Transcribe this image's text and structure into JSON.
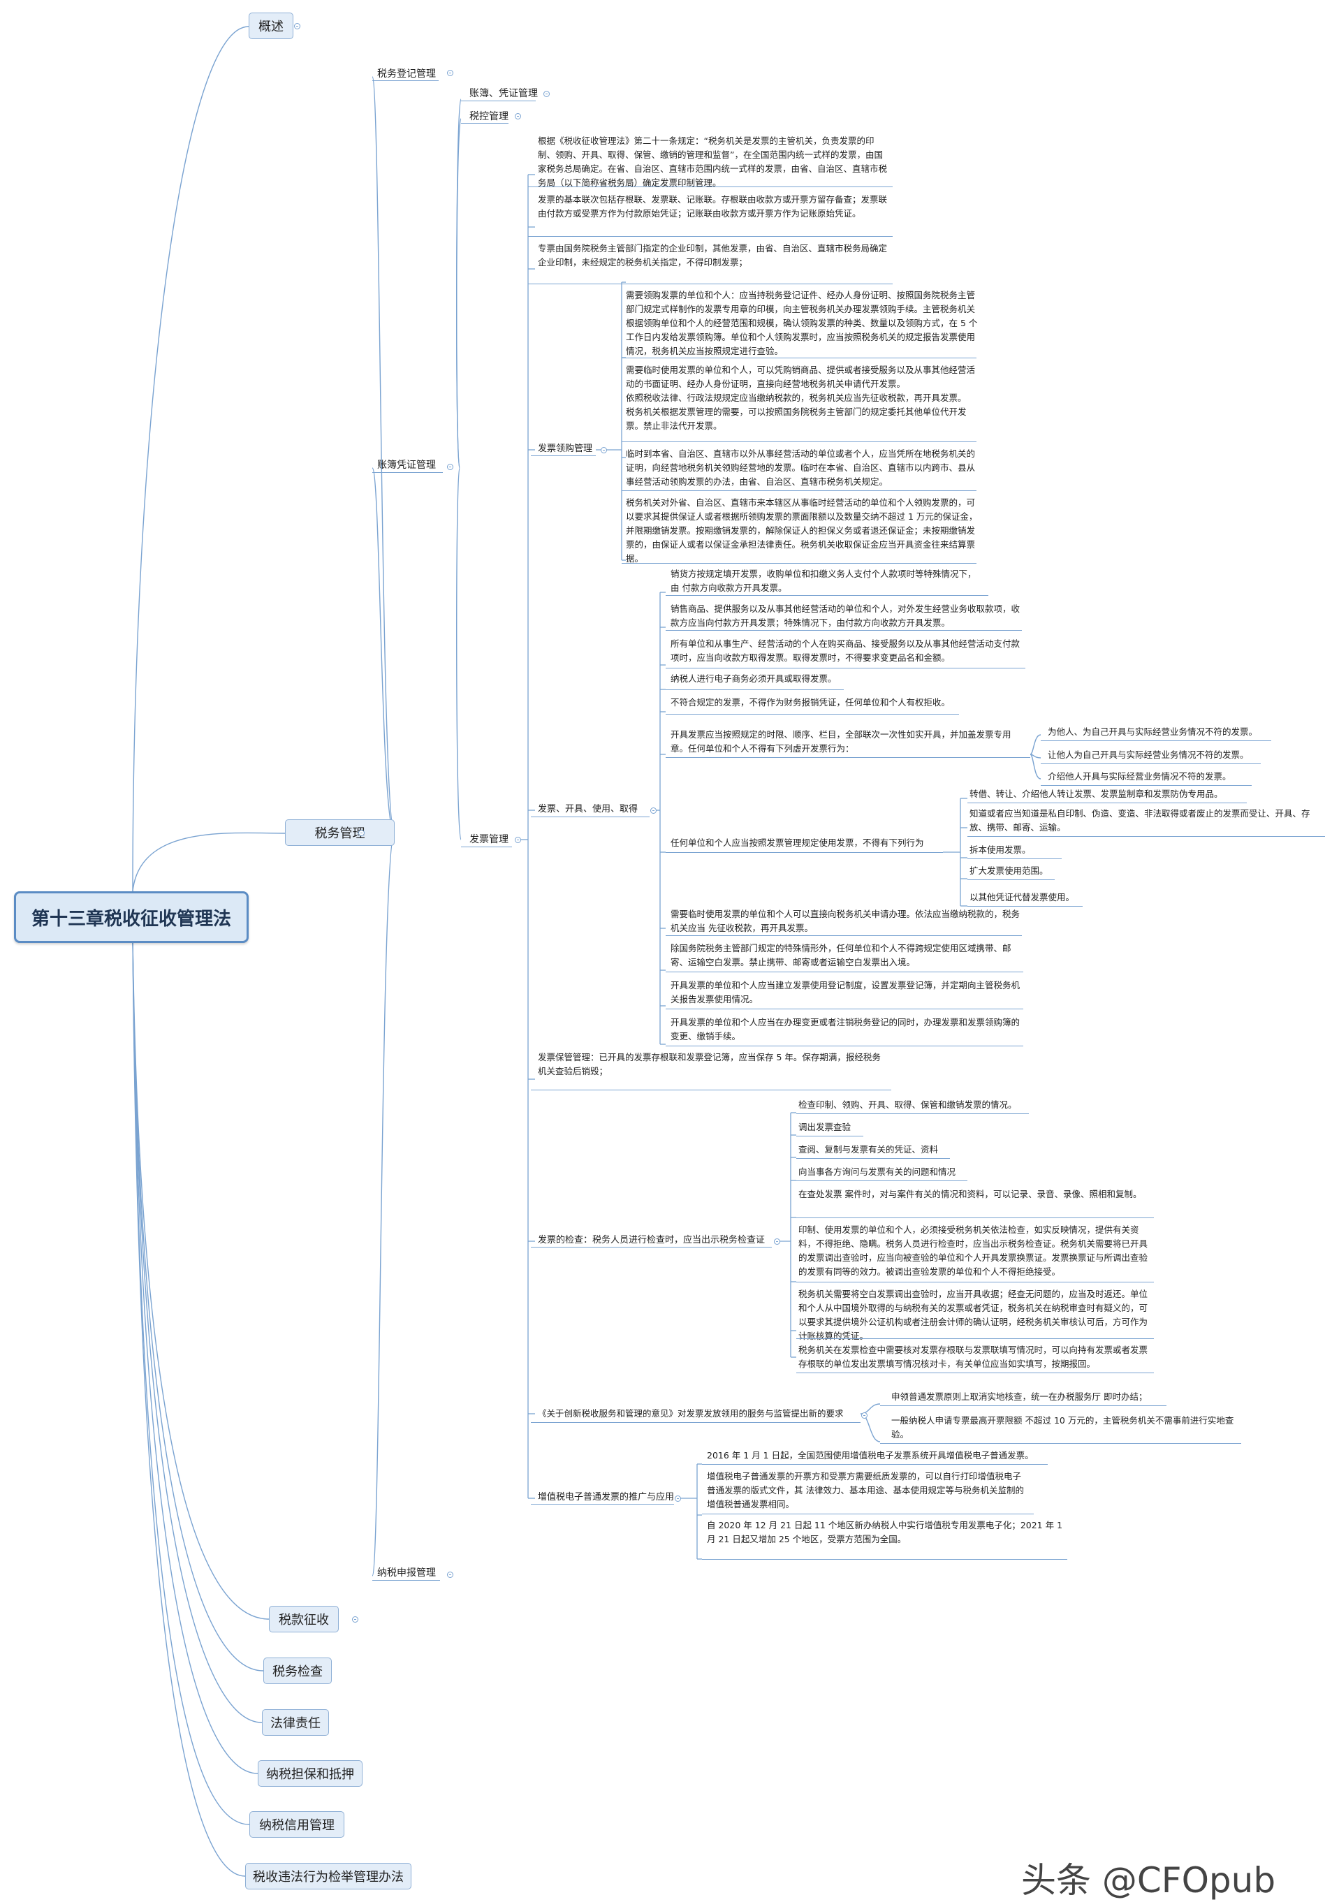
{
  "root": "第十三章税收征收管理法",
  "branches": {
    "overview": "概述",
    "tax_mgmt": "税务管理",
    "collection": "税款征收",
    "inspection": "税务检查",
    "liability": "法律责任",
    "guarantee": "纳税担保和抵押",
    "credit": "纳税信用管理",
    "report": "税收违法行为检举管理办法"
  },
  "l2": {
    "registration": "税务登记管理",
    "books": "账簿凭证管理",
    "filing": "纳税申报管理"
  },
  "l3": {
    "books_vouchers": "账簿、凭证管理",
    "tax_control": "税控管理",
    "invoice": "发票管理"
  },
  "invoice": {
    "intro1": "根据《税收征收管理法》第二十一条规定：“税务机关是发票的主管机关，负责发票的印制、领购、开具、取得、保管、缴销的管理和监督”，在全国范围内统一式样的发票，由国家税务总局确定。在省、自治区、直辖市范围内统一式样的发票，由省、自治区、直辖市税务局（以下简称省税务局）确定发票印制管理。",
    "intro2": "发票的基本联次包括存根联、发票联、记账联。存根联由收款方或开票方留存备查；发票联由付款方或受票方作为付款原始凭证；记账联由收款方或开票方作为记账原始凭证。",
    "intro3": "专票由国务院税务主管部门指定的企业印制，其他发票，由省、自治区、直辖市税务局确定企业印制，未经规定的税务机关指定，不得印制发票；",
    "purchase": {
      "label": "发票领购管理",
      "items": [
        "需要领购发票的单位和个人：应当持税务登记证件、经办人身份证明、按照国务院税务主管部门规定式样制作的发票专用章的印模，向主管税务机关办理发票领购手续。主管税务机关根据领购单位和个人的经营范围和规模，确认领购发票的种类、数量以及领购方式，在 5 个工作日内发给发票领购簿。单位和个人领购发票时，应当按照税务机关的规定报告发票使用情况，税务机关应当按照规定进行查验。",
        "需要临时使用发票的单位和个人，可以凭购销商品、提供或者接受服务以及从事其他经营活动的书面证明、经办人身份证明，直接向经营地税务机关申请代开发票。\n依照税收法律、行政法规规定应当缴纳税款的，税务机关应当先征收税款，再开具发票。\n税务机关根据发票管理的需要，可以按照国务院税务主管部门的规定委托其他单位代开发票。禁止非法代开发票。",
        "临时到本省、自治区、直辖市以外从事经营活动的单位或者个人，应当凭所在地税务机关的证明，向经营地税务机关领购经营地的发票。临时在本省、自治区、直辖市以内跨市、县从事经营活动领购发票的办法，由省、自治区、直辖市税务机关规定。",
        "税务机关对外省、自治区、直辖市来本辖区从事临时经营活动的单位和个人领购发票的，可以要求其提供保证人或者根据所领购发票的票面限额以及数量交纳不超过 1 万元的保证金，并限期缴销发票。按期缴销发票的，解除保证人的担保义务或者退还保证金；未按期缴销发票的，由保证人或者以保证金承担法律责任。税务机关收取保证金应当开具资金往来结算票据。"
      ]
    },
    "issue": {
      "label": "发票、开具、使用、取得",
      "items": [
        "销货方按规定填开发票，收购单位和扣缴义务人支付个人款项时等特殊情况下，由 付款方向收款方开具发票。",
        "销售商品、提供服务以及从事其他经营活动的单位和个人，对外发生经营业务收取款项，收款方应当向付款方开具发票；特殊情况下，由付款方向收款方开具发票。",
        "所有单位和从事生产、经营活动的个人在购买商品、接受服务以及从事其他经营活动支付款项时，应当向收款方取得发票。取得发票时，不得要求变更品名和金额。",
        "纳税人进行电子商务必须开具或取得发票。",
        "不符合规定的发票，不得作为财务报销凭证，任何单位和个人有权拒收。",
        "开具发票应当按照规定的时限、顺序、栏目，全部联次一次性如实开具，并加盖发票专用章。任何单位和个人不得有下列虚开发票行为：",
        "任何单位和个人应当按照发票管理规定使用发票，不得有下列行为",
        "需要临时使用发票的单位和个人可以直接向税务机关申请办理。依法应当缴纳税款的，税务机关应当 先征收税款，再开具发票。",
        "除国务院税务主管部门规定的特殊情形外，任何单位和个人不得跨规定使用区域携带、邮寄、运输空白发票。禁止携带、邮寄或者运输空白发票出入境。",
        "开具发票的单位和个人应当建立发票使用登记制度，设置发票登记簿，并定期向主管税务机关报告发票使用情况。",
        "开具发票的单位和个人应当在办理变更或者注销税务登记的同时，办理发票和发票领购簿的变更、缴销手续。"
      ],
      "false_issue": [
        "为他人、为自己开具与实际经营业务情况不符的发票。",
        "让他人为自己开具与实际经营业务情况不符的发票。",
        "介绍他人开具与实际经营业务情况不符的发票。"
      ],
      "forbidden": [
        "转借、转让、介绍他人转让发票、发票监制章和发票防伪专用品。",
        "知道或者应当知道是私自印制、伪造、变造、非法取得或者废止的发票而受让、开具、存放、携带、邮寄、运输。",
        "拆本使用发票。",
        "扩大发票使用范围。",
        "以其他凭证代替发票使用。"
      ]
    },
    "keeping": "发票保管管理：已开具的发票存根联和发票登记簿，应当保存 5 年。保存期满，报经税务机关查验后销毁；",
    "check": {
      "label": "发票的检查：税务人员进行检查时，应当出示税务检查证",
      "items": [
        "检查印制、领购、开具、取得、保管和缴销发票的情况。",
        "调出发票查验",
        "查阅、复制与发票有关的凭证、资料",
        "向当事各方询问与发票有关的问题和情况",
        "在查处发票 案件时，对与案件有关的情况和资料，可以记录、录音、录像、照相和复制。",
        "印制、使用发票的单位和个人，必须接受税务机关依法检查，如实反映情况，提供有关资料，不得拒绝、隐瞒。税务人员进行检查时，应当出示税务检查证。税务机关需要将已开具的发票调出查验时，应当向被查验的单位和个人开具发票换票证。发票换票证与所调出查验的发票有同等的效力。被调出查验发票的单位和个人不得拒绝接受。",
        "税务机关需要将空白发票调出查验时，应当开具收据；经查无问题的，应当及时返还。单位和个人从中国境外取得的与纳税有关的发票或者凭证，税务机关在纳税审查时有疑义的，可以要求其提供境外公证机构或者注册会计师的确认证明，经税务机关审核认可后，方可作为计账核算的凭证。",
        "税务机关在发票检查中需要核对发票存根联与发票联填写情况时，可以向持有发票或者发票存根联的单位发出发票填写情况核对卡，有关单位应当如实填写，按期报回。"
      ]
    },
    "opinion": {
      "label": "《关于创新税收服务和管理的意见》对发票发放领用的服务与监管提出新的要求",
      "items": [
        "申领普通发票原则上取消实地核查，统一在办税服务厅 即时办结；",
        "一般纳税人申请专票最高开票限额 不超过 10 万元的，主管税务机关不需事前进行实地查验。"
      ]
    },
    "einvoice": {
      "label": "增值税电子普通发票的推广与应用",
      "items": [
        "2016 年 1 月 1 日起，全国范围使用增值税电子发票系统开具增值税电子普通发票。",
        "增值税电子普通发票的开票方和受票方需要纸质发票的，可以自行打印增值税电子普通发票的版式文件，其 法律效力、基本用途、基本使用规定等与税务机关监制的增值税普通发票相同。",
        "自 2020 年 12 月 21 日起 11 个地区新办纳税人中实行增值税专用发票电子化；2021 年 1 月 21 日起又增加 25 个地区，受票方范围为全国。"
      ]
    }
  },
  "watermark": "头条 @CFOpub"
}
